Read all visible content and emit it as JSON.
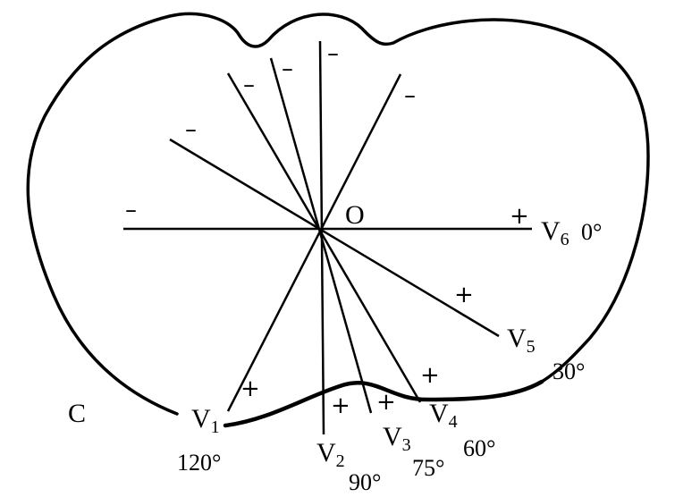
{
  "center_label": "O",
  "outline_label": "C",
  "leads": [
    {
      "id": "V1",
      "name": "V",
      "sub": "1",
      "angle_label": "120°"
    },
    {
      "id": "V2",
      "name": "V",
      "sub": "2",
      "angle_label": "90°"
    },
    {
      "id": "V3",
      "name": "V",
      "sub": "3",
      "angle_label": "75°"
    },
    {
      "id": "V4",
      "name": "V",
      "sub": "4",
      "angle_label": "60°"
    },
    {
      "id": "V5",
      "name": "V",
      "sub": "5",
      "angle_label": "30°"
    },
    {
      "id": "V6",
      "name": "V",
      "sub": "6",
      "angle_label": "0°"
    }
  ],
  "signs": {
    "positive": "+",
    "negative": "–"
  }
}
